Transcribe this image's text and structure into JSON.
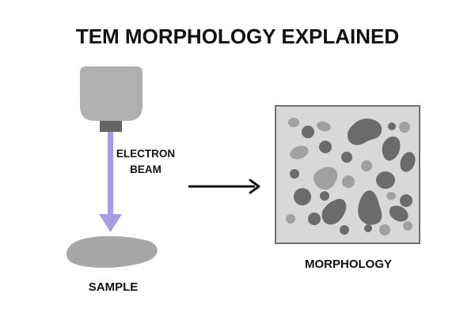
{
  "title": "TEM MORPHOLOGY EXPLAINED",
  "beam_label": {
    "line1": "ELECTRON",
    "line2": "BEAM"
  },
  "sample_label": "SAMPLE",
  "morphology_label": "MORPHOLOGY",
  "colors": {
    "text": "#111111",
    "electron_gun": "#b0b0b0",
    "gun_nozzle": "#666666",
    "beam": "#a99ce6",
    "sample": "#a7a7a7",
    "micrograph_background": "#d8d8d8",
    "micrograph_border": "#6f6f6f",
    "dark_particles": "#6b6b6b",
    "light_particles": "#a0a0a0",
    "arrow": "#111111"
  },
  "icons": {
    "source": "electron-gun-icon",
    "beam": "beam-arrow-icon",
    "sample": "sample-blob-icon",
    "process": "right-arrow-icon",
    "result": "micrograph-icon"
  }
}
